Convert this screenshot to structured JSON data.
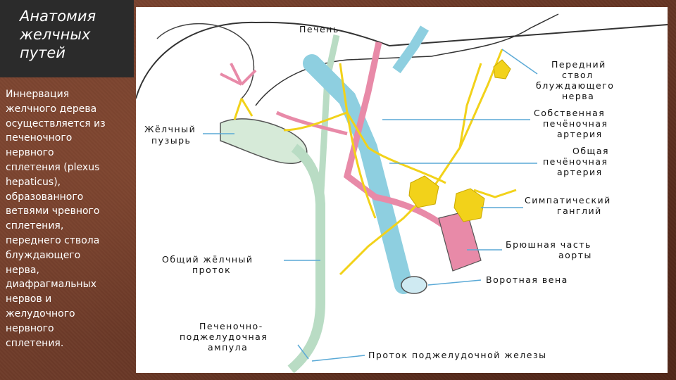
{
  "slide": {
    "title_lines": [
      "Анатомия",
      "желчных",
      "путей"
    ],
    "body": "Иннервация\nжелчного дерева\nосуществляется из\nпеченочного\nнервного\nсплетения (plexus\nhepaticus),\nобразованного\nветвями чревного\nсплетения,\nпереднего ствола\nблуждающего\nнерва,\nдиафрагмальных\nнервов и\nжелудочного\nнервного\nсплетения."
  },
  "figure": {
    "labels": {
      "liver": "Печень",
      "vagus": [
        "Передний",
        "ствол",
        "блуждающего",
        "нерва"
      ],
      "hepatic_artery_proper": [
        "Собственная",
        "печёночная",
        "артерия"
      ],
      "common_hepatic_artery": [
        "Общая",
        "печёночная",
        "артерия"
      ],
      "sympathetic_ganglion": [
        "Симпатический",
        "ганглий"
      ],
      "abdominal_aorta": [
        "Брюшная часть",
        "аорты"
      ],
      "portal_vein": "Воротная вена",
      "gallbladder": [
        "Жёлчный",
        "пузырь"
      ],
      "common_bile_duct": [
        "Общий жёлчный",
        "проток"
      ],
      "ampulla": [
        "Печеночно-",
        "поджелудочная",
        "ампула"
      ],
      "pancreatic_duct": "Проток поджелудочной железы"
    },
    "colors": {
      "nerve": "#f2d21a",
      "artery": "#e88aa8",
      "vein": "#8ecfe0",
      "duct": "#b9dcc4",
      "leader": "#5aa9d6"
    }
  }
}
